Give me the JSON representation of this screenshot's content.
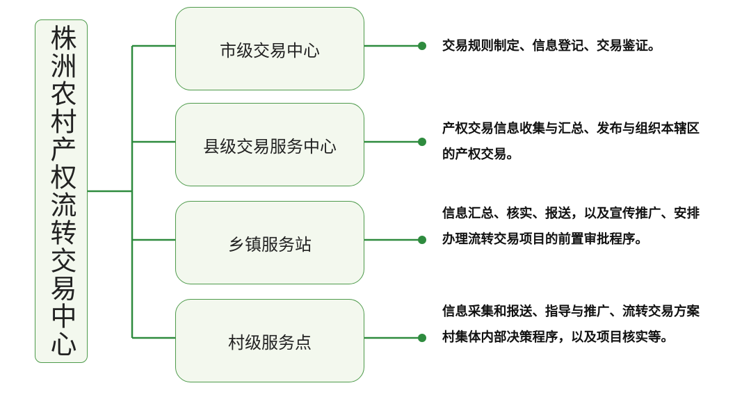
{
  "root": {
    "label": "株洲农村产权流转交易中心"
  },
  "nodes": [
    {
      "label": "市级交易中心",
      "desc": "交易规则制定、信息登记、交易鉴证。"
    },
    {
      "label": "县级交易服务中心",
      "desc": "产权交易信息收集与汇总、发布与组织本辖区的产权交易。"
    },
    {
      "label": "乡镇服务站",
      "desc": "信息汇总、核实、报送，以及宣传推广、安排办理流转交易项目的前置审批程序。"
    },
    {
      "label": "村级服务点",
      "desc": "信息采集和报送、指导与推广、流转交易方案村集体内部决策程序，以及项目核实等。"
    }
  ],
  "colors": {
    "line": "#2e8b3e",
    "box_fill": "#f3f8ee",
    "box_border": "#4d9a4a"
  }
}
